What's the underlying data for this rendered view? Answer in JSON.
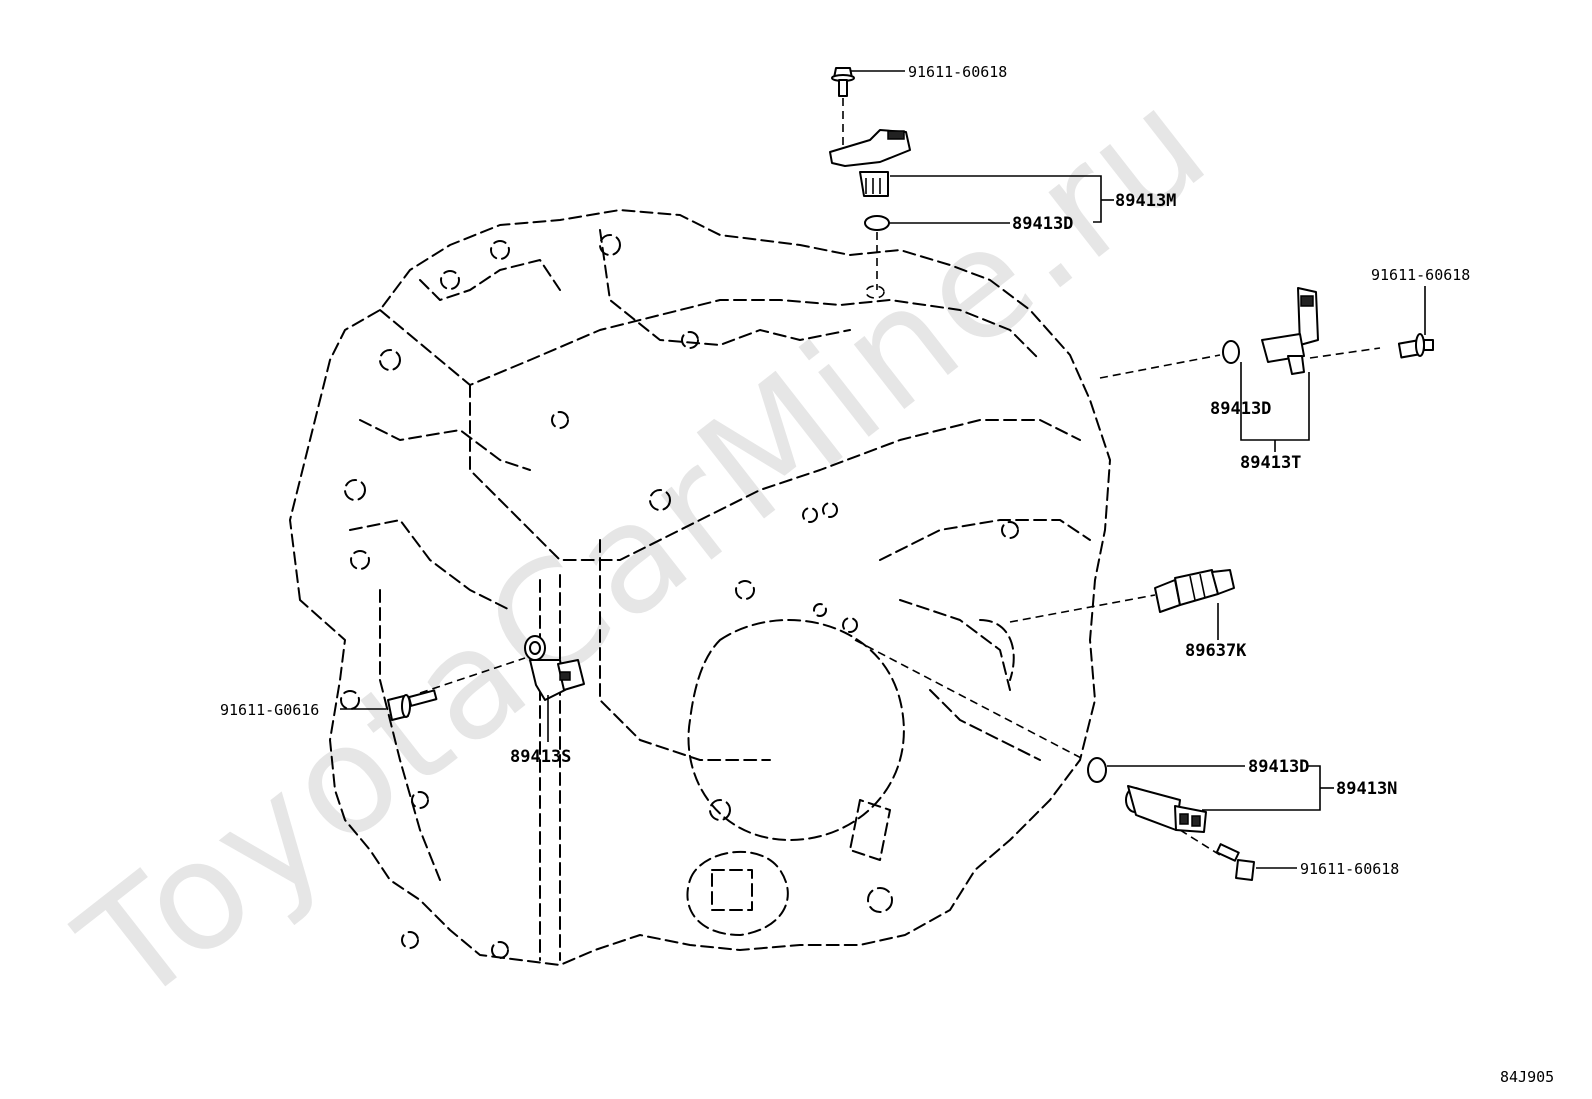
{
  "watermark": "ToyotaCarMine.ru",
  "figure_code": "84J905",
  "callouts": {
    "top_bolt": "91611-60618",
    "top_sensor_assy": "89413M",
    "top_oring": "89413D",
    "right_bolt": "91611-60618",
    "right_oring": "89413D",
    "right_sensor_assy": "89413T",
    "switch": "89637K",
    "left_bolt": "91611-G0616",
    "left_sensor": "89413S",
    "lower_oring": "89413D",
    "lower_sensor_assy": "89413N",
    "lower_bolt": "91611-60618"
  }
}
